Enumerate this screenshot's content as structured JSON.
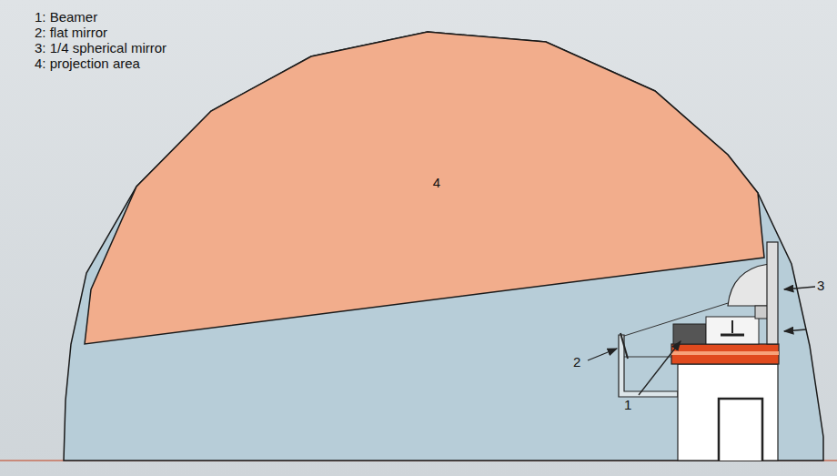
{
  "diagram": {
    "nodes": [
      {
        "text": [
          "4"
        ]
      }
    ],
    "labels": [
      "1: Beamer",
      "2: flat mirror",
      "3: 1/4 spherical mirror",
      "4: projection area",
      "1",
      "2",
      "3"
    ]
  }
}
